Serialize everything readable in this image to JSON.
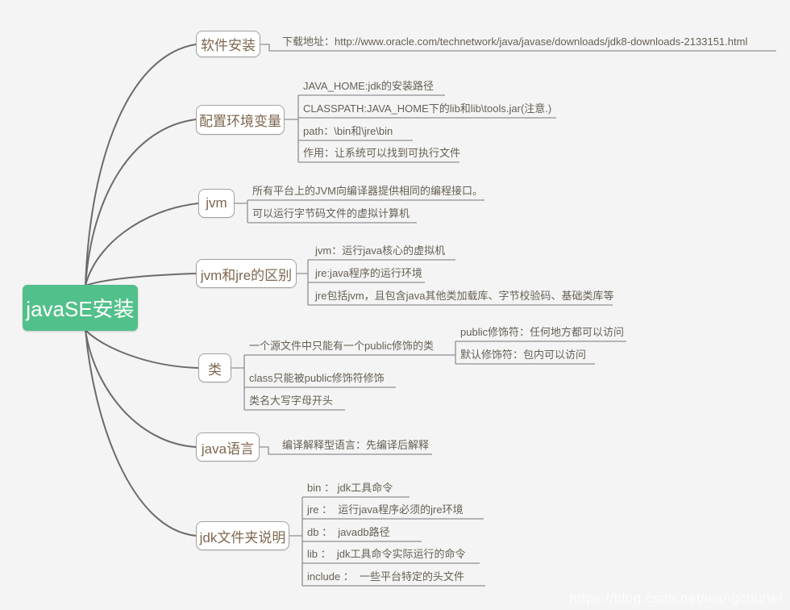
{
  "root": {
    "label": "javaSE安装"
  },
  "watermark": {
    "text": "https://blog.csdn.net/wangchuner"
  },
  "colors": {
    "background": "#f4f4f4",
    "root_bg": "#52c08a",
    "root_text": "#ffffff",
    "branch_text": "#7e674f",
    "branch_border": "#a2a2a2",
    "leaf_text": "#665f55",
    "curve_line": "#6b6b6b",
    "connector_line": "#8f8f8f"
  },
  "branches": [
    {
      "label": "软件安装",
      "leaves": [
        "下载地址：http://www.oracle.com/technetwork/java/javase/downloads/jdk8-downloads-2133151.html"
      ]
    },
    {
      "label": "配置环境变量",
      "leaves": [
        "JAVA_HOME:jdk的安装路径",
        "CLASSPATH:JAVA_HOME下的lib和lib\\tools.jar(注意.)",
        "path：\\bin和\\jre\\bin",
        "作用：让系统可以找到可执行文件"
      ]
    },
    {
      "label": "jvm",
      "leaves": [
        "所有平台上的JVM向编译器提供相同的编程接口。",
        "可以运行字节码文件的虚拟计算机"
      ]
    },
    {
      "label": "jvm和jre的区别",
      "leaves": [
        "jvm：运行java核心的虚拟机",
        "jre:java程序的运行环境",
        "jre包括jvm，且包含java其他类加载库、字节校验码、基础类库等"
      ]
    },
    {
      "label": "类",
      "leaves": [
        "一个源文件中只能有一个public修饰的类",
        "class只能被public修饰符修饰",
        "类名大写字母开头"
      ],
      "subleaves": [
        "public修饰符：任何地方都可以访问",
        "默认修饰符：包内可以访问"
      ]
    },
    {
      "label": "java语言",
      "leaves": [
        "编译解释型语言：先编译后解释"
      ]
    },
    {
      "label": "jdk文件夹说明",
      "leaves": [
        "bin ： jdk工具命令",
        "jre ：  运行java程序必须的jre环境",
        "db ：  javadb路径",
        "lib ：  jdk工具命令实际运行的命令",
        "include ：  一些平台特定的头文件"
      ]
    }
  ]
}
